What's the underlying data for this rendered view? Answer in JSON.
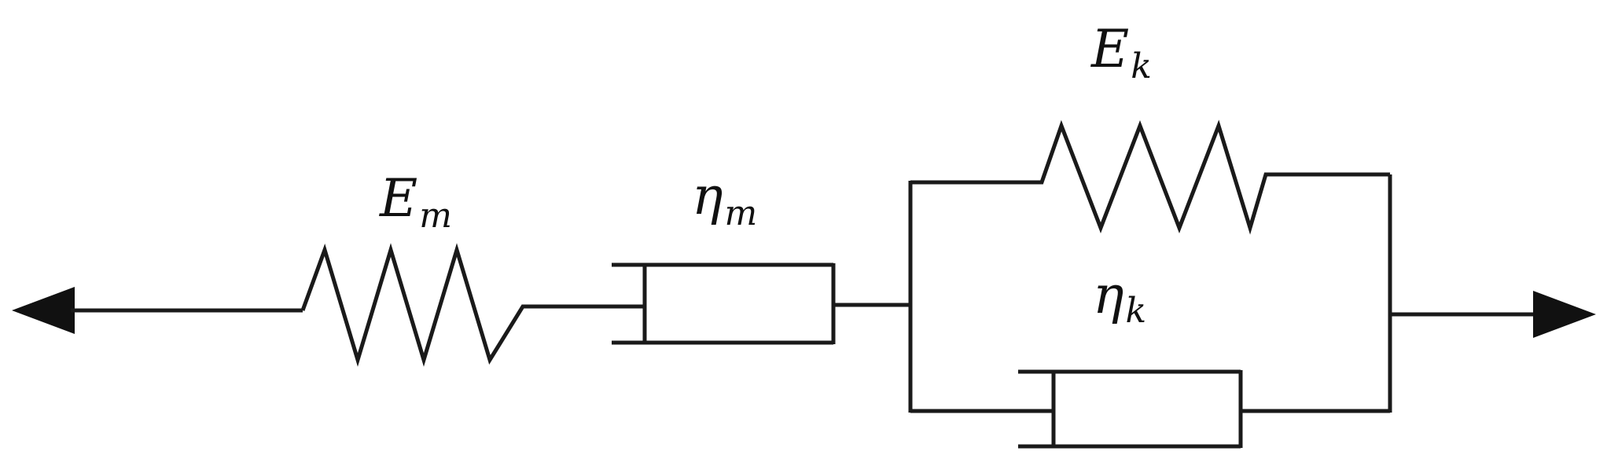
{
  "labels": {
    "spring_m": {
      "symbol": "E",
      "subscript": "m"
    },
    "dashpot_m": {
      "symbol": "η",
      "subscript": "m"
    },
    "spring_k": {
      "symbol": "E",
      "subscript": "k"
    },
    "dashpot_k": {
      "symbol": "η",
      "subscript": "k"
    }
  },
  "colors": {
    "line": "#1a1a1a",
    "background": "#ffffff"
  }
}
